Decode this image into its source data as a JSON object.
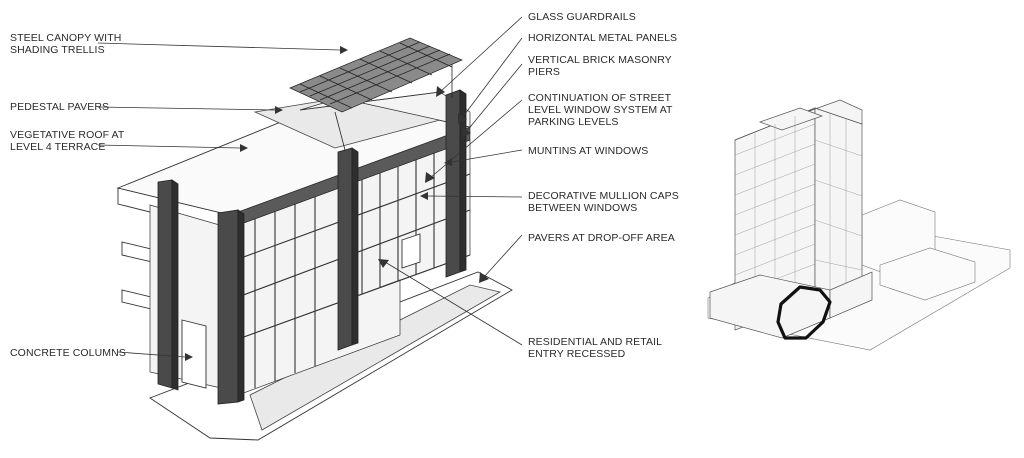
{
  "callouts_left": [
    {
      "id": "steel-canopy",
      "lines": [
        "STEEL CANOPY WITH",
        "SHADING TRELLIS"
      ]
    },
    {
      "id": "pedestal-pavers",
      "lines": [
        "PEDESTAL PAVERS"
      ]
    },
    {
      "id": "vegetative-roof",
      "lines": [
        "VEGETATIVE ROOF AT",
        "LEVEL 4 TERRACE"
      ]
    },
    {
      "id": "concrete-columns",
      "lines": [
        "CONCRETE COLUMNS"
      ]
    }
  ],
  "callouts_right": [
    {
      "id": "glass-guardrails",
      "lines": [
        "GLASS GUARDRAILS"
      ]
    },
    {
      "id": "horizontal-metal-panels",
      "lines": [
        "HORIZONTAL METAL PANELS"
      ]
    },
    {
      "id": "vertical-brick-masonry",
      "lines": [
        "VERTICAL BRICK MASONRY",
        "PIERS"
      ]
    },
    {
      "id": "continuation-window-system",
      "lines": [
        "CONTINUATION OF STREET",
        "LEVEL WINDOW SYSTEM AT",
        "PARKING LEVELS"
      ]
    },
    {
      "id": "muntins",
      "lines": [
        "MUNTINS AT WINDOWS"
      ]
    },
    {
      "id": "mullion-caps",
      "lines": [
        "DECORATIVE MULLION CAPS",
        "BETWEEN WINDOWS"
      ]
    },
    {
      "id": "pavers-dropoff",
      "lines": [
        "PAVERS AT DROP-OFF AREA"
      ]
    },
    {
      "id": "entry-recessed",
      "lines": [
        "RESIDENTIAL AND RETAIL",
        "ENTRY RECESSED"
      ]
    }
  ],
  "key_plan": {
    "highlight_shape": "rounded-outline",
    "highlight_color": "#111111"
  },
  "colors": {
    "masonry": "#4a4a4a",
    "line": "#333333",
    "glass": "#f4f4f4"
  }
}
